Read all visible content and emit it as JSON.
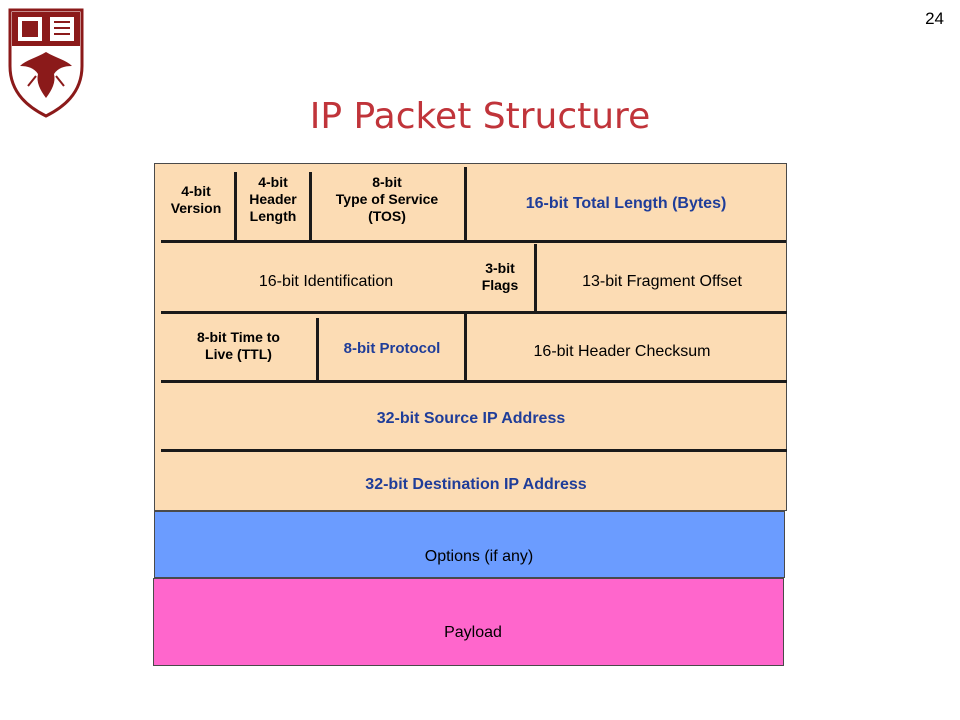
{
  "page_number": "24",
  "title": "IP Packet Structure",
  "colors": {
    "title": "#c0343a",
    "header_fill": "#fcdcb4",
    "options_fill": "#6b9cff",
    "payload_fill": "#ff66cc",
    "highlight_text": "#1f3d99"
  },
  "logo": {
    "icon": "university-crest-icon"
  },
  "fields": {
    "version": "4-bit\nVersion",
    "header_length": "4-bit\nHeader\nLength",
    "tos": "8-bit\nType of Service\n(TOS)",
    "total_length": "16-bit Total Length (Bytes)",
    "identification": "16-bit Identification",
    "flags": "3-bit\nFlags",
    "fragment_offset": "13-bit Fragment Offset",
    "ttl": "8-bit Time to\nLive (TTL)",
    "protocol": "8-bit Protocol",
    "checksum": "16-bit Header Checksum",
    "source_ip": "32-bit Source IP Address",
    "destination_ip": "32-bit Destination IP Address",
    "options": "Options (if any)",
    "payload": "Payload"
  }
}
